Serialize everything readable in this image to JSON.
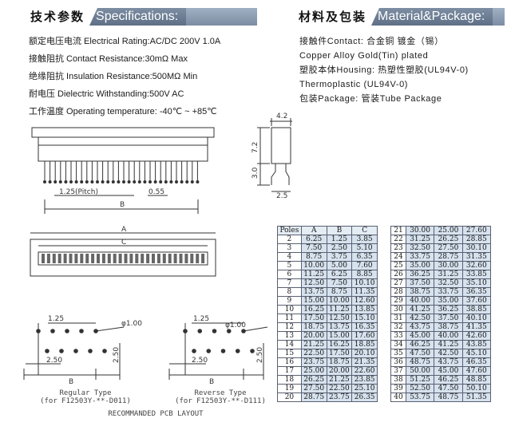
{
  "specs_header": {
    "cn": "技术参数",
    "en": "Specifications:"
  },
  "material_header": {
    "cn": "材料及包装",
    "en": "Material&Package:"
  },
  "specs": [
    "额定电压电流 Electrical Rating:AC/DC 200V 1.0A",
    "接触阻抗 Contact Resistance:30mΩ Max",
    "绝缘阻抗 Insulation Resistance:500MΩ Min",
    "耐电压 Dielectric Withstanding:500V AC",
    "工作温度 Operating temperature: -40℃ ~ +85℃"
  ],
  "materials": [
    "接触件Contact: 合金铜 镀金（锡）",
    "Copper Alloy Gold(Tin) plated",
    "塑胶本体Housing: 热塑性塑胶(UL94V-0)",
    "Thermoplastic (UL94V-0)",
    "包装Package: 管装Tube Package"
  ],
  "drawing": {
    "pitch_label": "1.25(Pitch)",
    "dim_055": "0.55",
    "dim_B": "B",
    "dim_A": "A",
    "dim_C": "C",
    "dim_42": "4.2",
    "dim_72": "7.2",
    "dim_30": "3.0",
    "dim_25": "2.5",
    "pcb_125": "1.25",
    "pcb_250": "2.50",
    "pcb_hole": "φ1.00",
    "regular_type": "Regular Type",
    "regular_part": "(for F12503Y-**-D011)",
    "reverse_type": "Reverse Type",
    "reverse_part": "(for F12503Y-**-D111)",
    "pcb_layout": "RECOMMANDED PCB LAYOUT"
  },
  "table": {
    "headers": [
      "Poles",
      "A",
      "B",
      "C"
    ],
    "rows": [
      [
        "2",
        "6.25",
        "1.25",
        "3.85"
      ],
      [
        "3",
        "7.50",
        "2.50",
        "5.10"
      ],
      [
        "4",
        "8.75",
        "3.75",
        "6.35"
      ],
      [
        "5",
        "10.00",
        "5.00",
        "7.60"
      ],
      [
        "6",
        "11.25",
        "6.25",
        "8.85"
      ],
      [
        "7",
        "12.50",
        "7.50",
        "10.10"
      ],
      [
        "8",
        "13.75",
        "8.75",
        "11.35"
      ],
      [
        "9",
        "15.00",
        "10.00",
        "12.60"
      ],
      [
        "10",
        "16.25",
        "11.25",
        "13.85"
      ],
      [
        "11",
        "17.50",
        "12.50",
        "15.10"
      ],
      [
        "12",
        "18.75",
        "13.75",
        "16.35"
      ],
      [
        "13",
        "20.00",
        "15.00",
        "17.60"
      ],
      [
        "14",
        "21.25",
        "16.25",
        "18.85"
      ],
      [
        "15",
        "22.50",
        "17.50",
        "20.10"
      ],
      [
        "16",
        "23.75",
        "18.75",
        "21.35"
      ],
      [
        "17",
        "25.00",
        "20.00",
        "22.60"
      ],
      [
        "18",
        "26.25",
        "21.25",
        "23.85"
      ],
      [
        "19",
        "27.50",
        "22.50",
        "25.10"
      ],
      [
        "20",
        "28.75",
        "23.75",
        "26.35"
      ],
      [
        "21",
        "30.00",
        "25.00",
        "27.60"
      ],
      [
        "22",
        "31.25",
        "26.25",
        "28.85"
      ],
      [
        "23",
        "32.50",
        "27.50",
        "30.10"
      ],
      [
        "24",
        "33.75",
        "28.75",
        "31.35"
      ],
      [
        "25",
        "35.00",
        "30.00",
        "32.60"
      ],
      [
        "26",
        "36.25",
        "31.25",
        "33.85"
      ],
      [
        "27",
        "37.50",
        "32.50",
        "35.10"
      ],
      [
        "28",
        "38.75",
        "33.75",
        "36.35"
      ],
      [
        "29",
        "40.00",
        "35.00",
        "37.60"
      ],
      [
        "30",
        "41.25",
        "36.25",
        "38.85"
      ],
      [
        "31",
        "42.50",
        "37.50",
        "40.10"
      ],
      [
        "32",
        "43.75",
        "38.75",
        "41.35"
      ],
      [
        "33",
        "45.00",
        "40.00",
        "42.60"
      ],
      [
        "34",
        "46.25",
        "41.25",
        "43.85"
      ],
      [
        "35",
        "47.50",
        "42.50",
        "45.10"
      ],
      [
        "36",
        "48.75",
        "43.75",
        "46.35"
      ],
      [
        "37",
        "50.00",
        "45.00",
        "47.60"
      ],
      [
        "38",
        "51.25",
        "46.25",
        "48.85"
      ],
      [
        "39",
        "52.50",
        "47.50",
        "50.10"
      ],
      [
        "40",
        "53.75",
        "48.75",
        "51.35"
      ]
    ]
  }
}
